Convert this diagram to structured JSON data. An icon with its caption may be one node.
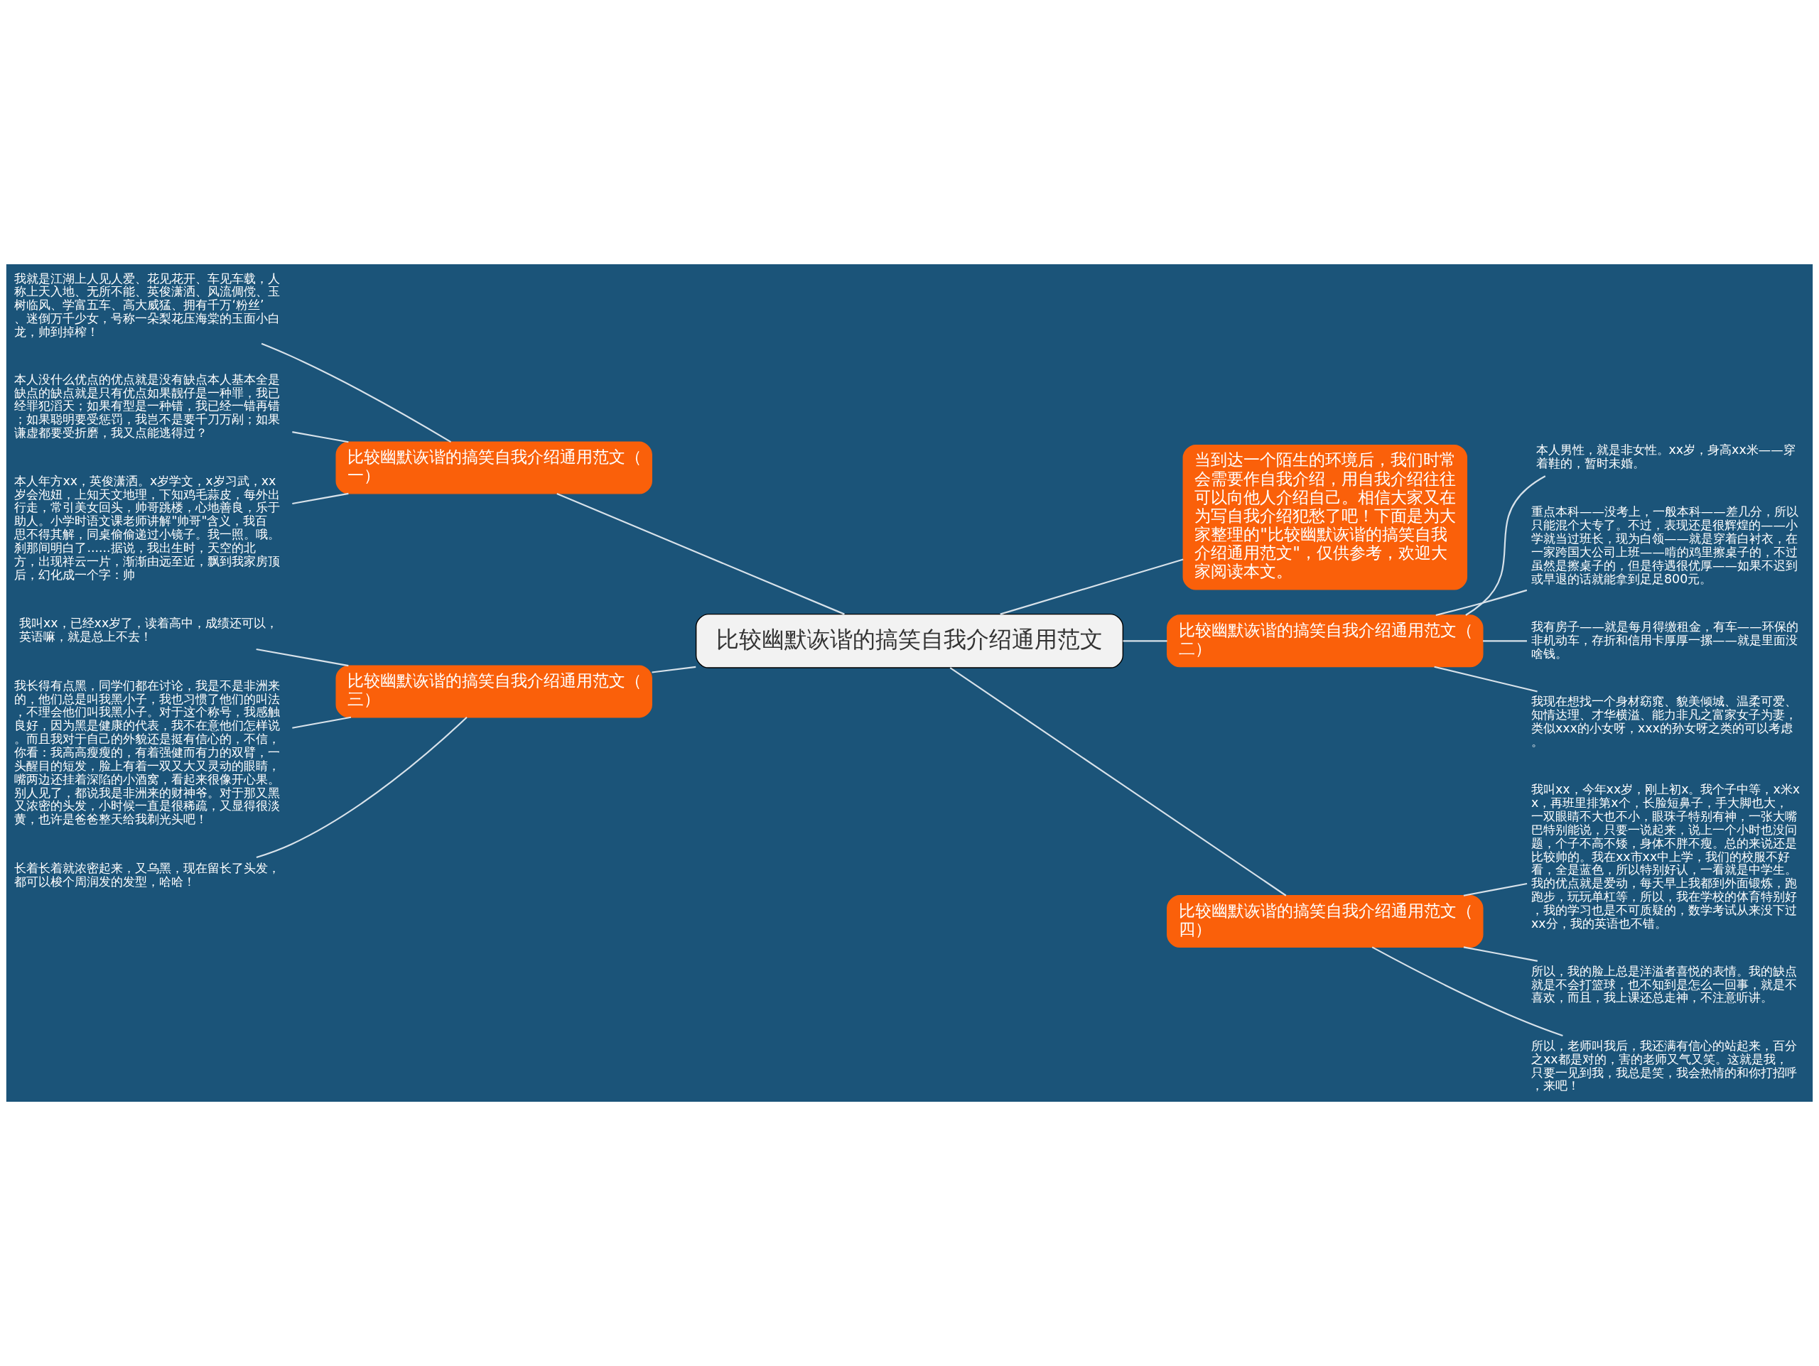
{
  "diagram": {
    "nodes": [
      {
        "text": [
          "比较幽默诙谐的搞笑自我介绍通用范文"
        ]
      },
      {
        "text": [
          "当到达一个陌生的环境后，我们时常会需要作自我介绍，用自我介绍往往可以向他人介绍自己。相信大家又在为写自我介绍犯愁了吧！下面是为大家整理的\"比较幽默诙谐的搞笑自我介绍通用范文\"，仅供参考，欢迎大家阅读本文。"
        ]
      },
      {
        "text": [
          "比较幽默诙谐的搞笑自我介绍通用范文（一）"
        ]
      },
      {
        "text": [
          "我就是江湖上人见人爱、花见花开、车见车载，人称上天入地、无所不能、英俊潇洒、风流倜傥、玉树临风、学富五车、高大威猛、拥有千万‘粉丝’、迷倒万千少女，号称一朵梨花压海棠的玉面小白龙，帅到掉榨！"
        ]
      },
      {
        "text": [
          "本人没什么优点的优点就是没有缺点本人基本全是缺点的缺点就是只有优点如果靓仔是一种罪，我已经罪犯滔天；如果有型是一种错，我已经一错再错；如果聪明要受惩罚，我岂不是要千刀万剐；如果谦虚都要受折磨，我又点能逃得过？"
        ]
      },
      {
        "text": [
          "本人年方xx，英俊潇洒。x岁学文，x岁习武，xx岁会泡妞，上知天文地理，下知鸡毛蒜皮，每外出行走，常引美女回头，帅哥跳楼，心地善良，乐于助人。小学时语文课老师讲解\"帅哥\"含义，我百思不得其解，同桌偷偷递过小镜子。我一照。哦。刹那间明白了......据说，我出生时，天空的北方，出现祥云一片，渐渐由远至近，飘到我家房顶后，幻化成一个字：帅"
        ]
      },
      {
        "text": [
          "比较幽默诙谐的搞笑自我介绍通用范文（二）"
        ]
      },
      {
        "text": [
          "本人男性，就是非女性。xx岁，身高xx米——穿着鞋的，暂时未婚。"
        ]
      },
      {
        "text": [
          "重点本科——没考上，一般本科——差几分，所以只能混个大专了。不过，表现还是很辉煌的——小学就当过班长，现为白领——就是穿着白衬衣，在一家跨国大公司上班——啃的鸡里擦桌子的，不过虽然是擦桌子的，但是待遇很优厚——如果不迟到或早退的话就能拿到足足800元。"
        ]
      },
      {
        "text": [
          "我有房子——就是每月得缴租金，有车——环保的非机动车，存折和信用卡厚厚一摞——就是里面没啥钱。"
        ]
      },
      {
        "text": [
          "我现在想找一个身材窈窕、貌美倾城、温柔可爱、知情达理、才华横溢、能力非凡之富家女子为妻，类似xxx的小女呀，xxx的孙女呀之类的可以考虑。"
        ]
      },
      {
        "text": [
          "比较幽默诙谐的搞笑自我介绍通用范文（三）"
        ]
      },
      {
        "text": [
          "我叫xx，已经xx岁了，读着高中，成绩还可以，英语嘛，就是总上不去！"
        ]
      },
      {
        "text": [
          "我长得有点黑，同学们都在讨论，我是不是非洲来的，他们总是叫我黑小子，我也习惯了他们的叫法，不理会他们叫我黑小子。对于这个称号，我感触良好，因为黑是健康的代表，我不在意他们怎样说。而且我对于自己的外貌还是挺有信心的，不信，你看：我高高瘦瘦的，有着强健而有力的双臂，一头醒目的短发，脸上有着一双又大又灵动的眼睛，嘴两边还挂着深陷的小酒窝，看起来很像开心果。别人见了，都说我是非洲来的财神爷。对于那又黑又浓密的头发，小时候一直是很稀疏，又显得很淡黄，也许是爸爸整天给我剃光头吧！"
        ]
      },
      {
        "text": [
          "长着长着就浓密起来，又乌黑，现在留长了头发，都可以梭个周润发的发型，哈哈！"
        ]
      },
      {
        "text": [
          "比较幽默诙谐的搞笑自我介绍通用范文（四）"
        ]
      },
      {
        "text": [
          "我叫xx，今年xx岁，刚上初x。我个子中等，x米xx，再班里排第x个，长脸短鼻子，手大脚也大，一双眼睛不大也不小，眼珠子特别有神，一张大嘴巴特别能说，只要一说起来，说上一个小时也没问题，个子不高不矮，身体不胖不瘦。总的来说还是比较帅的。我在xx市xx中上学，我们的校服不好看，全是蓝色，所以特别好认，一看就是中学生。我的优点就是爱动，每天早上我都到外面锻炼，跑跑步，玩玩单杠等，所以，我在学校的体育特别好，我的学习也是不可质疑的，数学考试从来没下过xx分，我的英语也不错。"
        ]
      },
      {
        "text": [
          "所以，我的脸上总是洋溢者喜悦的表情。我的缺点就是不会打篮球，也不知到是怎么一回事，就是不喜欢，而且，我上课还总走神，不注意听讲。"
        ]
      },
      {
        "text": [
          "所以，老师叫我后，我还满有信心的站起来，百分之xx都是对的，害的老师又气又笑。这就是我，只要一见到我，我总是笑，我会热情的和你打招呼，来吧！"
        ]
      }
    ],
    "edges": [
      {
        "from": 0,
        "to": 1,
        "arrow": "none"
      },
      {
        "from": 0,
        "to": 2,
        "arrow": "none"
      },
      {
        "from": 2,
        "to": 3,
        "arrow": "none"
      },
      {
        "from": 2,
        "to": 4,
        "arrow": "none"
      },
      {
        "from": 2,
        "to": 5,
        "arrow": "none"
      },
      {
        "from": 0,
        "to": 6,
        "arrow": "none"
      },
      {
        "from": 6,
        "to": 7,
        "arrow": "none"
      },
      {
        "from": 6,
        "to": 8,
        "arrow": "none"
      },
      {
        "from": 6,
        "to": 9,
        "arrow": "none"
      },
      {
        "from": 6,
        "to": 10,
        "arrow": "none"
      },
      {
        "from": 0,
        "to": 11,
        "arrow": "none"
      },
      {
        "from": 11,
        "to": 12,
        "arrow": "none"
      },
      {
        "from": 11,
        "to": 13,
        "arrow": "none"
      },
      {
        "from": 11,
        "to": 14,
        "arrow": "none"
      },
      {
        "from": 0,
        "to": 15,
        "arrow": "none"
      },
      {
        "from": 15,
        "to": 16,
        "arrow": "none"
      },
      {
        "from": 15,
        "to": 17,
        "arrow": "none"
      },
      {
        "from": 15,
        "to": 18,
        "arrow": "none"
      }
    ]
  }
}
